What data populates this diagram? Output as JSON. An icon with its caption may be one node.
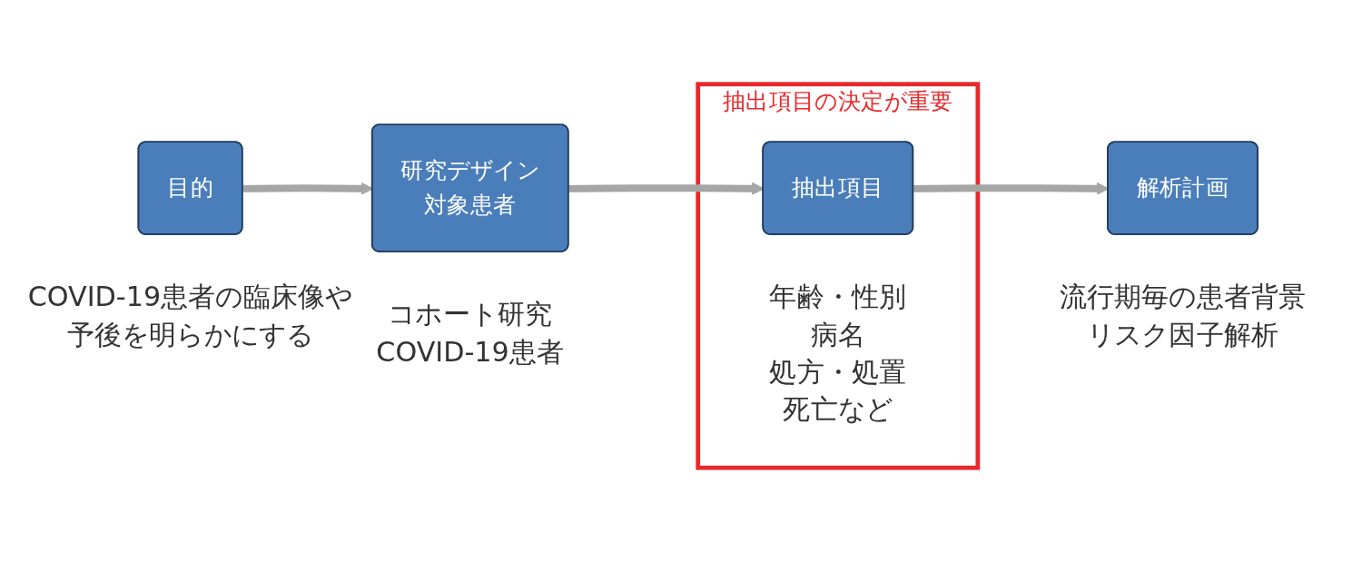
{
  "diagram": {
    "nodes": [
      {
        "text": [
          "目的"
        ],
        "beside": [
          "COVID-19患者の臨床像や予後を明らかにする"
        ]
      },
      {
        "text": [
          "研究デザイン",
          "対象患者"
        ],
        "beside": [
          "コホート研究",
          "COVID-19患者"
        ]
      },
      {
        "text": [
          "抽出項目の決定が重要"
        ]
      },
      {
        "text": [
          "抽出項目"
        ],
        "in": 2,
        "beside": [
          "年齢・性別",
          "病名",
          "処方・処置",
          "死亡など"
        ]
      },
      {
        "text": [
          "解析計画"
        ],
        "beside": [
          "流行期毎の患者背景",
          "リスク因子解析"
        ]
      }
    ],
    "edges": [
      {
        "from": 0,
        "to": 1,
        "arrow": "to"
      },
      {
        "from": 1,
        "to": 3,
        "arrow": "to"
      },
      {
        "from": 3,
        "to": 4,
        "arrow": "to"
      }
    ]
  }
}
